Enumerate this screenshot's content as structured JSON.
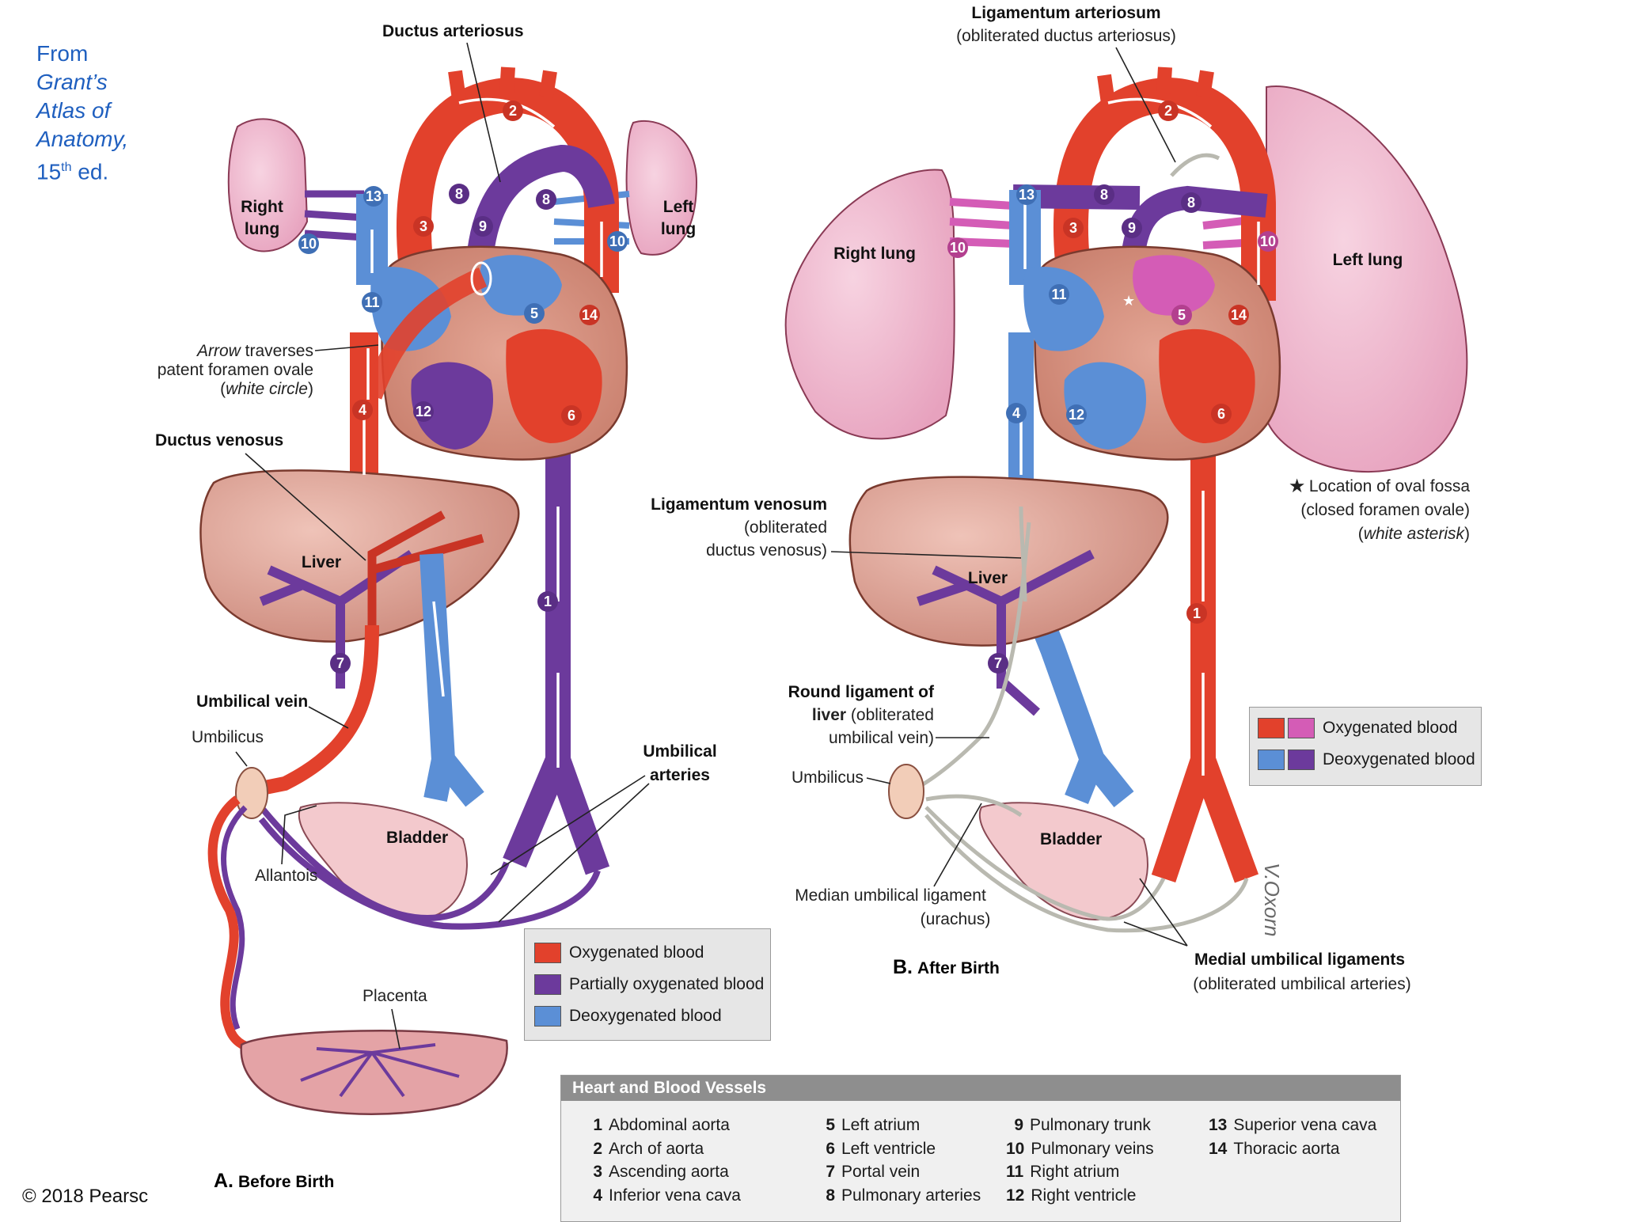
{
  "source_note": {
    "line1": "From",
    "line2": "Grant’s",
    "line3": "Atlas of",
    "line4": "Anatomy,",
    "line5_num": "15",
    "line5_sup": "th",
    "line5_rest": " ed."
  },
  "copyright": "© 2018 Pearsc",
  "panel_a": {
    "caption_letter": "A.",
    "caption_text": "Before Birth",
    "labels": {
      "ductus_arteriosus": "Ductus arteriosus",
      "right_lung_1": "Right",
      "right_lung_2": "lung",
      "left_lung_1": "Left",
      "left_lung_2": "lung",
      "arrow_1a": "Arrow",
      "arrow_1b": " traverses",
      "arrow_2": "patent foramen ovale",
      "arrow_3a": "(",
      "arrow_3b": "white circle",
      "arrow_3c": ")",
      "ductus_venosus": "Ductus venosus",
      "liver": "Liver",
      "umbilical_vein": "Umbilical vein",
      "umbilicus": "Umbilicus",
      "umbilical_arteries_1": "Umbilical",
      "umbilical_arteries_2": "arteries",
      "bladder": "Bladder",
      "allantois": "Allantois",
      "placenta": "Placenta"
    },
    "legend": [
      {
        "label": "Oxygenated blood",
        "color": "#e2412c"
      },
      {
        "label": "Partially oxygenated blood",
        "color": "#6c3a9c"
      },
      {
        "label": "Deoxygenated blood",
        "color": "#5b8fd6"
      }
    ]
  },
  "panel_b": {
    "caption_letter": "B.",
    "caption_text": "After Birth",
    "labels": {
      "lig_arteriosum": "Ligamentum arteriosum",
      "lig_arteriosum_sub": "(obliterated ductus arteriosus)",
      "right_lung": "Right lung",
      "left_lung": "Left lung",
      "lig_venosum": "Ligamentum venosum",
      "lig_venosum_sub1": "(obliterated",
      "lig_venosum_sub2": "ductus venosus)",
      "liver": "Liver",
      "round_lig_1": "Round ligament of",
      "round_lig_2a": "liver",
      "round_lig_2b": " (obliterated",
      "round_lig_3": "umbilical vein)",
      "umbilicus": "Umbilicus",
      "bladder": "Bladder",
      "median_lig_1": "Median umbilical ligament",
      "median_lig_2": "(urachus)",
      "medial_lig_1": "Medial umbilical ligaments",
      "medial_lig_2": "(obliterated umbilical arteries)",
      "oval_fossa_1a": "★",
      "oval_fossa_1b": " Location of oval fossa",
      "oval_fossa_2": "(closed foramen ovale)",
      "oval_fossa_3a": "(",
      "oval_fossa_3b": "white asterisk",
      "oval_fossa_3c": ")",
      "signature": "V.Oxorn"
    },
    "legend": [
      {
        "label": "Oxygenated blood",
        "colors": [
          "#e2412c",
          "#d45cb6"
        ]
      },
      {
        "label": "Deoxygenated blood",
        "colors": [
          "#5b8fd6",
          "#6c3a9c"
        ]
      }
    ]
  },
  "key": {
    "title": "Heart and Blood Vessels",
    "items": [
      {
        "n": "1",
        "label": "Abdominal aorta"
      },
      {
        "n": "2",
        "label": "Arch of aorta"
      },
      {
        "n": "3",
        "label": "Ascending aorta"
      },
      {
        "n": "4",
        "label": "Inferior vena cava"
      },
      {
        "n": "5",
        "label": "Left atrium"
      },
      {
        "n": "6",
        "label": "Left ventricle"
      },
      {
        "n": "7",
        "label": "Portal vein"
      },
      {
        "n": "8",
        "label": "Pulmonary arteries"
      },
      {
        "n": "9",
        "label": "Pulmonary trunk"
      },
      {
        "n": "10",
        "label": "Pulmonary veins"
      },
      {
        "n": "11",
        "label": "Right atrium"
      },
      {
        "n": "12",
        "label": "Right ventricle"
      },
      {
        "n": "13",
        "label": "Superior vena cava"
      },
      {
        "n": "14",
        "label": "Thoracic aorta"
      }
    ]
  },
  "numbers": [
    "1",
    "2",
    "3",
    "4",
    "5",
    "6",
    "7",
    "8",
    "9",
    "10",
    "11",
    "12",
    "13",
    "14"
  ],
  "colors": {
    "oxygenated": "#e2412c",
    "partial": "#6c3a9c",
    "deoxygenated": "#5b8fd6",
    "lung": "#f1b9cf",
    "liver": "#d99b8f",
    "pink_ox": "#d45cb6",
    "ligament": "#b9b9b0"
  }
}
